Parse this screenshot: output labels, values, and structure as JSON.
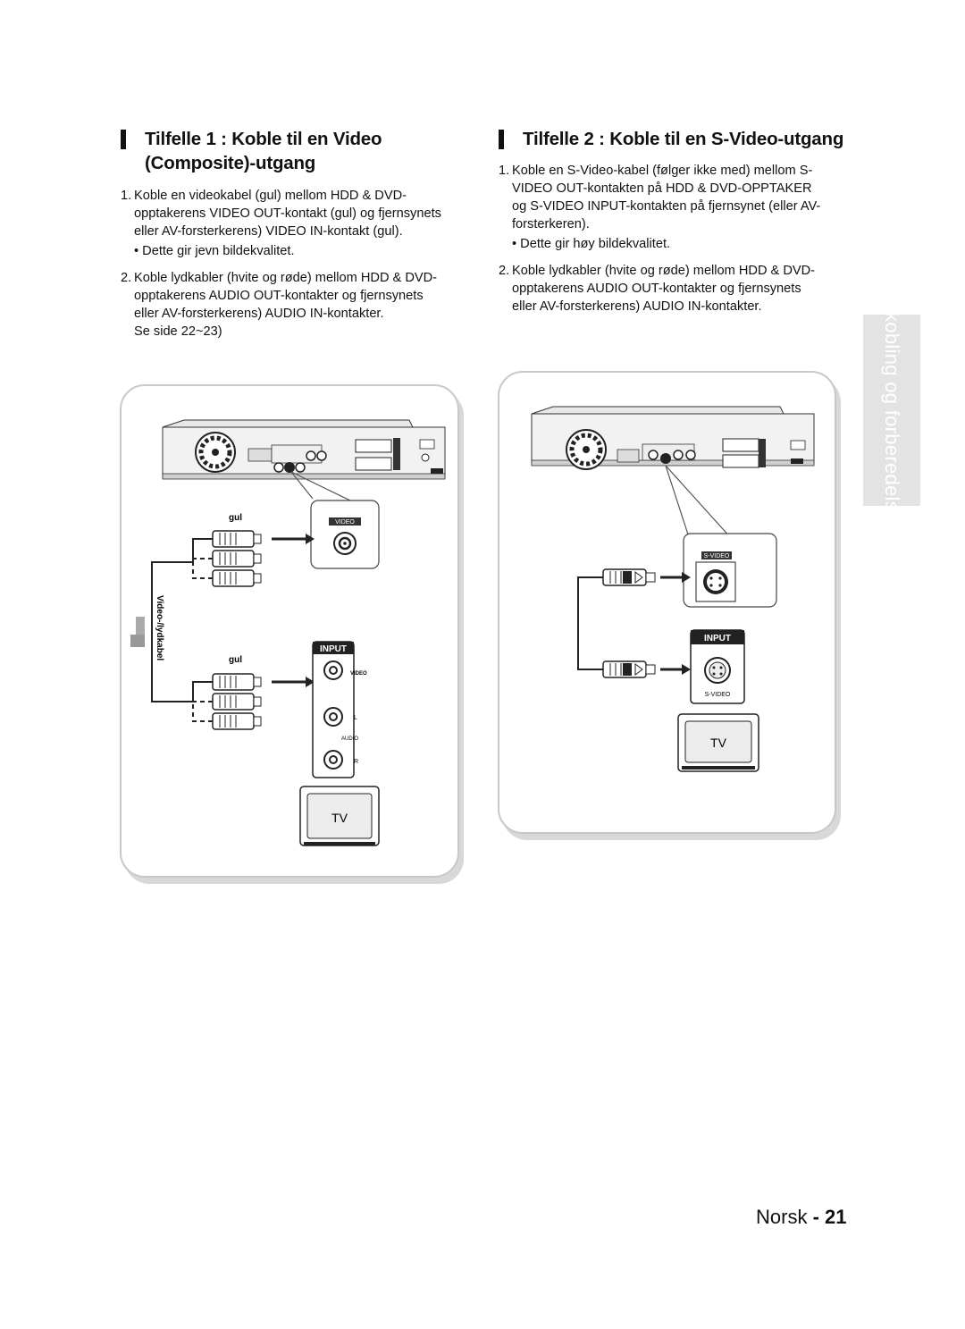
{
  "left": {
    "heading_line1": "Tilfelle 1 : Koble til en Video",
    "heading_line2": "Composite)-utgang",
    "heading_line2_prefix": "(",
    "steps": [
      {
        "num": "1.",
        "lines": [
          "Koble en videokabel (gul) mellom HDD & DVD-",
          "opptakerens VIDEO OUT-kontakt (gul) og fjernsynets",
          "eller AV-forsterkerens) VIDEO IN-kontakt (gul)."
        ],
        "bullet": "• Dette gir jevn bildekvalitet."
      },
      {
        "num": "2.",
        "lines": [
          "Koble lydkabler (hvite og røde) mellom HDD & DVD-",
          "opptakerens AUDIO OUT-kontakter og fjernsynets",
          "eller AV-forsterkerens) AUDIO IN-kontakter.",
          "Se side 22~23)"
        ]
      }
    ],
    "diagram": {
      "label_gul_top": "gul",
      "label_gul_bottom": "gul",
      "jack_video_label": "VIDEO",
      "input_header": "INPUT",
      "input_video": "VIDEO",
      "input_l": "L",
      "input_audio": "AUDIO",
      "input_r": "R",
      "cable_label": "Video-/lydkabel",
      "tv_label": "TV"
    }
  },
  "right": {
    "heading": "Tilfelle 2 : Koble til en S-Video-utgang",
    "steps": [
      {
        "num": "1.",
        "lines": [
          "Koble en S-Video-kabel (følger ikke med) mellom S-",
          "VIDEO OUT-kontakten på HDD & DVD-OPPTAKER",
          "og S-VIDEO INPUT-kontakten på fjernsynet (eller AV-",
          "forsterkeren)."
        ],
        "bullet": "• Dette gir høy bildekvalitet."
      },
      {
        "num": "2.",
        "lines": [
          "Koble lydkabler (hvite og røde) mellom HDD & DVD-",
          "opptakerens AUDIO OUT-kontakter og fjernsynets",
          "eller AV-forsterkerens) AUDIO IN-kontakter."
        ]
      }
    ],
    "diagram": {
      "jack_svideo_label": "S-VIDEO",
      "input_header": "INPUT",
      "input_svideo": "S-VIDEO",
      "tv_label": "TV"
    }
  },
  "side_tab": "Tilkobling og forberedelser",
  "footer": {
    "language": "Norsk",
    "separator": "-",
    "page": "21"
  }
}
